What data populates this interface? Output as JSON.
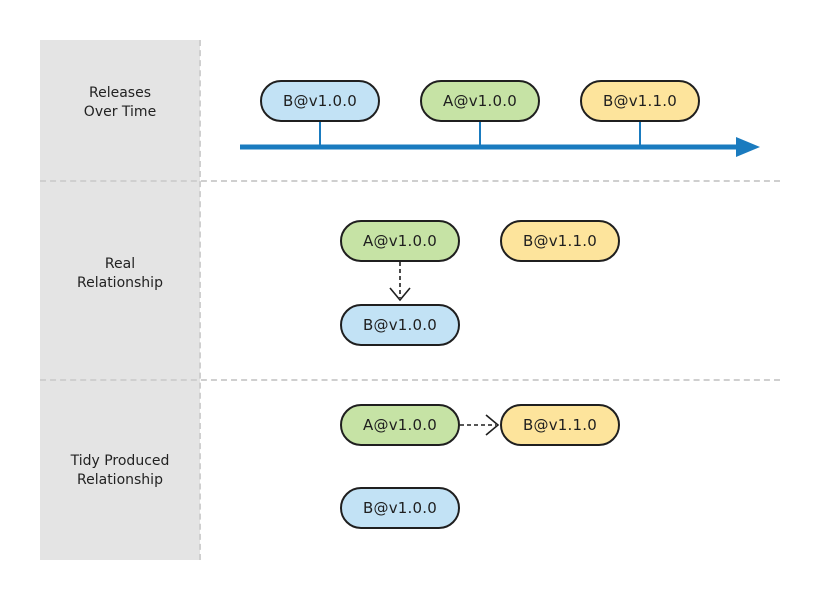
{
  "rows": [
    {
      "id": "releases",
      "label": "Releases\nOver Time"
    },
    {
      "id": "real",
      "label": "Real\nRelationship"
    },
    {
      "id": "tidy",
      "label": "Tidy Produced\nRelationship"
    }
  ],
  "timeline": {
    "releases": [
      "B@v1.0.0",
      "A@v1.0.0",
      "B@v1.1.0"
    ],
    "axis_color": "#1a7bbf"
  },
  "real_relationship": {
    "nodes": [
      "A@v1.0.0",
      "B@v1.1.0",
      "B@v1.0.0"
    ],
    "edges": [
      {
        "from": "A@v1.0.0",
        "to": "B@v1.0.0",
        "style": "dashed"
      }
    ]
  },
  "tidy_relationship": {
    "nodes": [
      "A@v1.0.0",
      "B@v1.1.0",
      "B@v1.0.0"
    ],
    "edges": [
      {
        "from": "A@v1.0.0",
        "to": "B@v1.1.0",
        "style": "dashed"
      }
    ]
  },
  "colors": {
    "A@v1.0.0": "#c6e3a5",
    "B@v1.0.0": "#c2e2f5",
    "B@v1.1.0": "#fde49c",
    "sidebar": "#e4e4e4",
    "divider": "#cfcfcf"
  }
}
